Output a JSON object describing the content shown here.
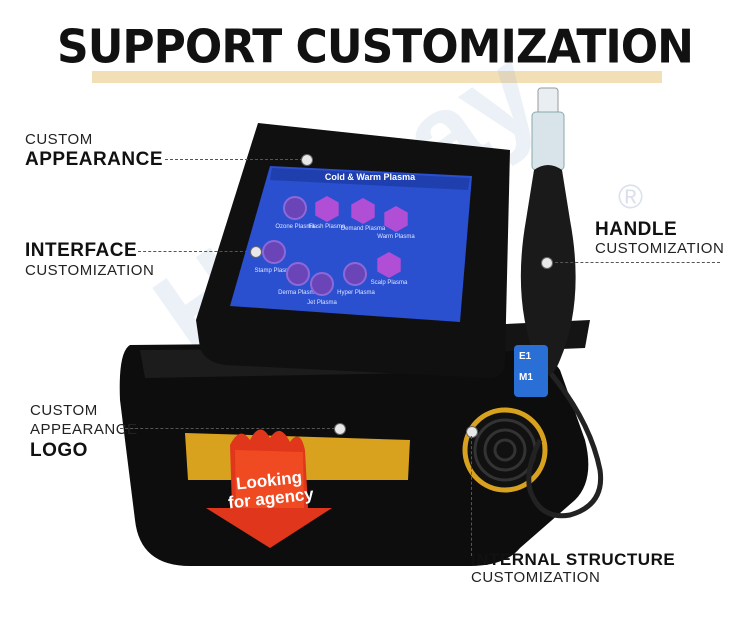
{
  "heading": "SUPPORT CUSTOMIZATION",
  "callouts": {
    "appearance": {
      "line1": "CUSTOM",
      "line2": "APPEARANCE"
    },
    "interface": {
      "line1": "INTERFACE",
      "line2": "CUSTOMIZATION"
    },
    "logo": {
      "line1": "CUSTOM",
      "line2": "APPEARANCE",
      "line3": "LOGO"
    },
    "handle": {
      "line1": "HANDLE",
      "line2": "CUSTOMIZATION"
    },
    "internal": {
      "line1": "INTERNAL STRUCTURE",
      "line2": "CUSTOMIZATION"
    }
  },
  "screen": {
    "title": "Cold & Warm Plasma",
    "modes": [
      "Ozone Plasma",
      "Flash Plasma",
      "Demand Plasma",
      "Warm Plasma",
      "Stamp Plasma",
      "Derma Plasma",
      "Jet Plasma",
      "Hyper Plasma",
      "Scalp Plasma"
    ]
  },
  "handpiece_buttons": {
    "top": "E1",
    "bottom": "M1"
  },
  "badge": {
    "line1": "Looking",
    "line2": "for agency"
  },
  "watermark": "Honkay",
  "registered_mark": "®",
  "colors": {
    "title_bar": "#f2dfb6",
    "screen_bg": "#2a4fcf",
    "gold": "#d9a21e",
    "badge_red": "#e0361b"
  }
}
